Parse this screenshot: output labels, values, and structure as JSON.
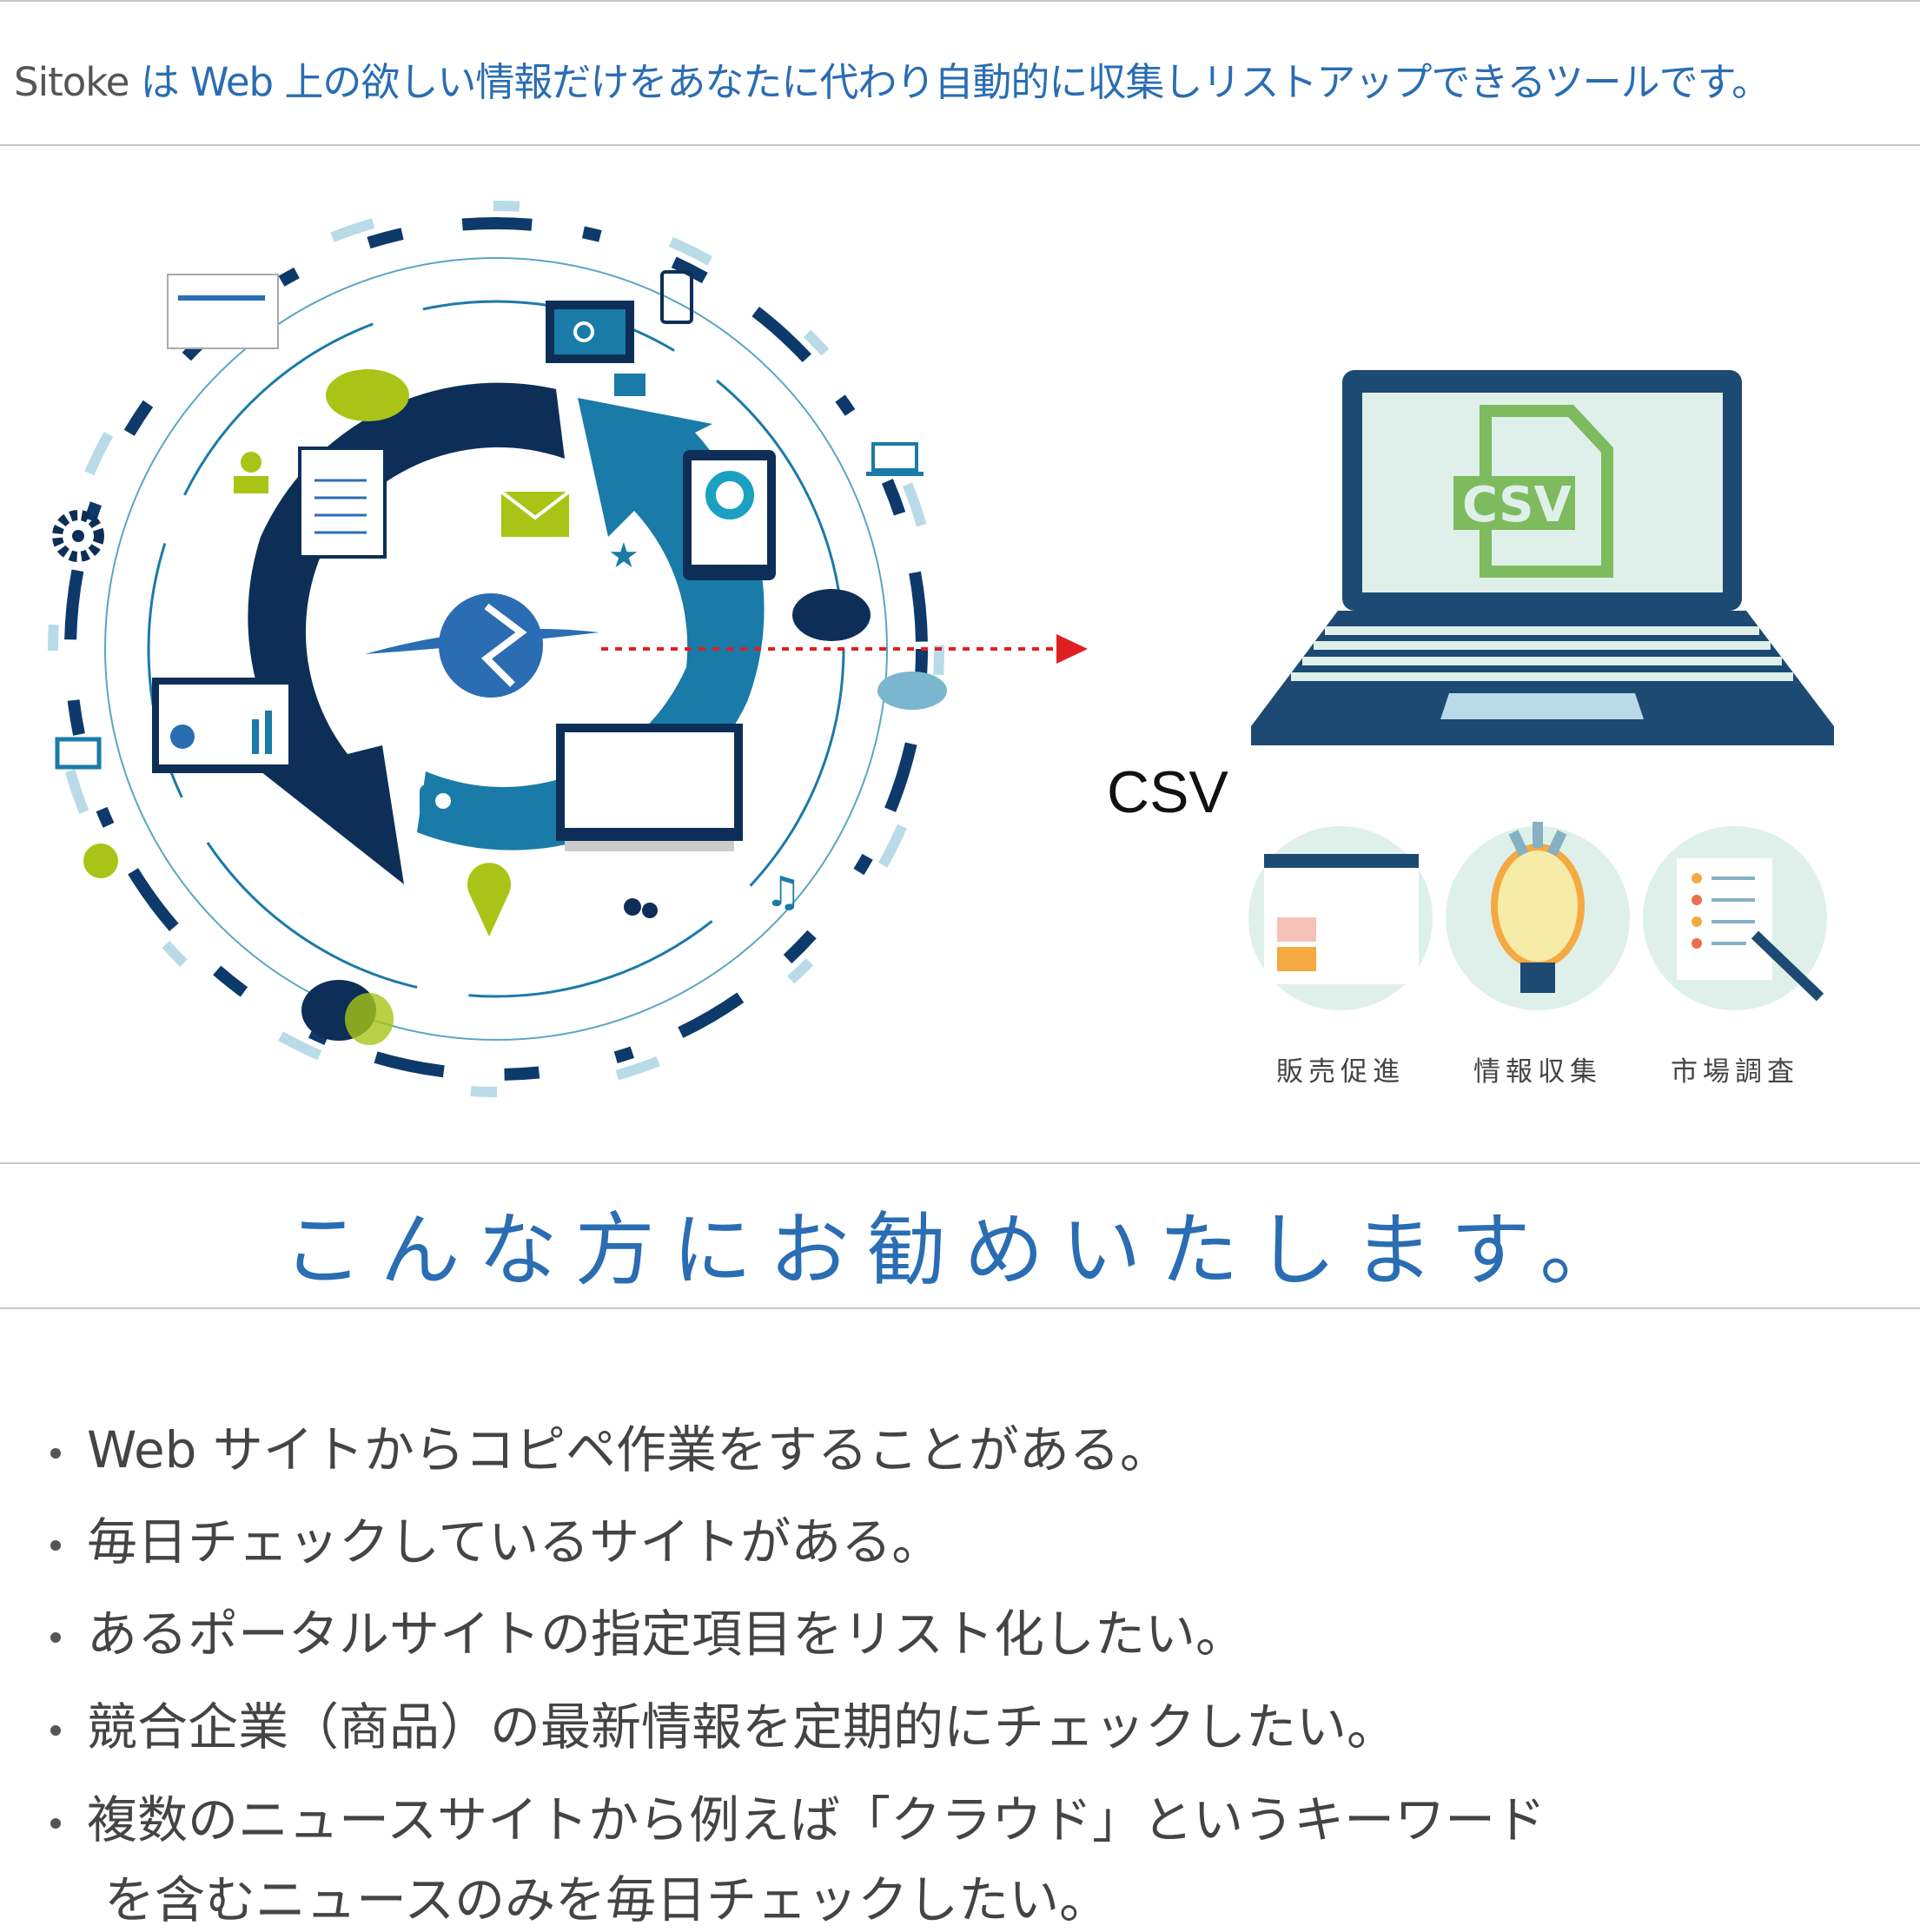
{
  "intro": {
    "brand": "Sitoke",
    "text": " は Web 上の欲しい情報だけをあなたに代わり自動的に収集しリストアップできるツールです。"
  },
  "hero": {
    "csv_label": "CSV",
    "laptop_file_label": "CSV",
    "uses": [
      {
        "label": "販売促進",
        "icon": "browser-window-icon"
      },
      {
        "label": "情報収集",
        "icon": "lightbulb-icon"
      },
      {
        "label": "市場調査",
        "icon": "checklist-pen-icon"
      }
    ]
  },
  "recommend": {
    "title": "こんな方にお勧めいたします。",
    "items": [
      "Web サイトからコピペ作業をすることがある。",
      "毎日チェックしているサイトがある。",
      "あるポータルサイトの指定項目をリスト化したい。",
      "競合企業（商品）の最新情報を定期的にチェックしたい。",
      "複数のニュースサイトから例えば「クラウド」というキーワード",
      "を含むニュースのみを毎日チェックしたい。"
    ]
  },
  "colors": {
    "accent": "#2a6db3",
    "navy": "#0d2f57",
    "teal": "#1a7aa8",
    "lime": "#a9c416",
    "arrow": "#e02020",
    "csv_green": "#7dbb5e"
  }
}
